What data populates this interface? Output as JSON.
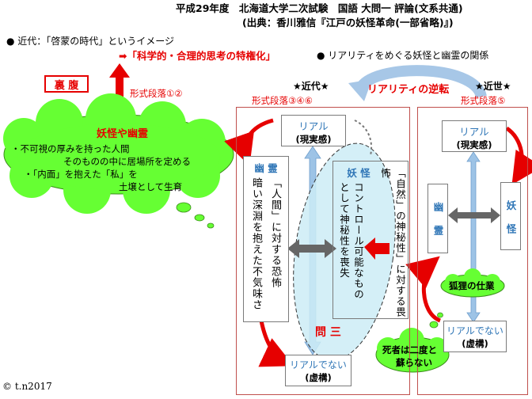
{
  "header": {
    "line1": "平成29年度　北海道大学二次試験　国語 大問一 評論(文系共通)",
    "line2": "(出典：香川雅信『江戸の妖怪革命(一部省略)』)"
  },
  "intro": {
    "modern_image": "● 近代：「啓蒙の時代」というイメージ",
    "privilege": "➡「科学的・合理的思考の特権化」",
    "relation_heading": "● リアリティをめぐる妖怪と幽霊の関係"
  },
  "left": {
    "uraHara": "裏 腹",
    "para12": "形式段落①②",
    "cloud_title": "妖怪や幽霊",
    "cloud_lines": [
      "・不可視の厚みを持った人間",
      "そのものの中に居場所を定める",
      "・「内面」を抱えた「私」を",
      "土壌として生育"
    ]
  },
  "modern": {
    "label": "★近代★",
    "para": "形式段落③④⑥",
    "real_top": "リアル",
    "real_top_sub": "(現実感)",
    "real_bottom": "リアルでない",
    "real_bottom_sub": "(虚構)",
    "yurei_title": "幽 霊",
    "yurei_v1": "暗い深淵を抱えた不気味さ",
    "ningen_v": "「人間」に対する恐怖",
    "yokai_title": "妖 怪",
    "yokai_v1": "コントロール可能なもの",
    "yokai_v2": "として神秘性を喪失",
    "shizen_v": "「自然」の神秘性」に対する畏怖",
    "q3": "問 三"
  },
  "reversal": "リアリティの逆転",
  "premodern": {
    "label": "★近世★",
    "para": "形式段落⑤",
    "real_top": "リアル",
    "real_top_sub": "(現実感)",
    "yurei": "幽 霊",
    "yokai": "妖 怪",
    "kori": "狐狸の仕業",
    "real_bottom": "リアルでない",
    "real_bottom_sub": "(虚構)",
    "shisha": [
      "死者は二度と",
      "蘇らない"
    ]
  },
  "copyright": "© t.n2017",
  "colors": {
    "accent_red": "#e60000",
    "cloud_green": "#66ff33",
    "arrow_blue": "#9dc3e6",
    "ellipse_fill": "#ccecf6"
  }
}
